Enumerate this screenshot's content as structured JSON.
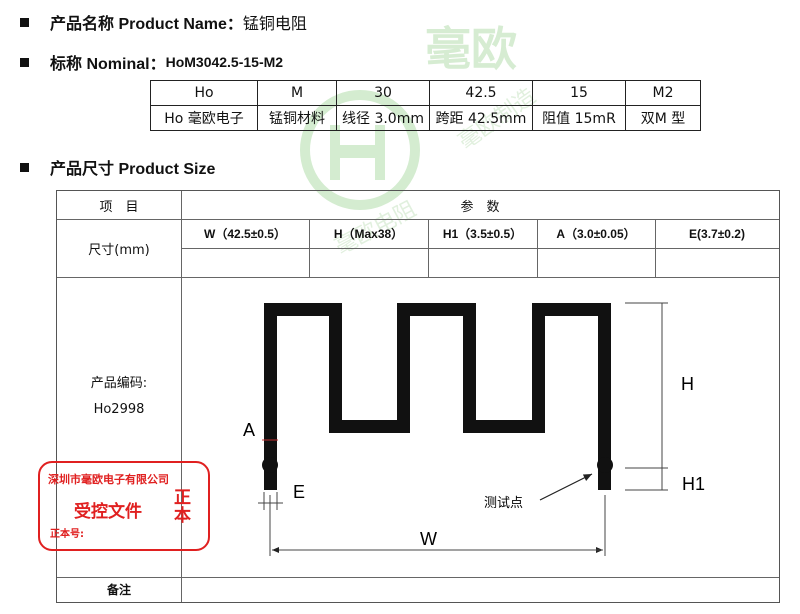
{
  "product_name": {
    "label": "产品名称 Product Name：",
    "value": "锰铜电阻"
  },
  "nominal": {
    "label": "标称 Nominal：",
    "value": "HoM3042.5-15-M2"
  },
  "nominal_table": {
    "row1": [
      "Ho",
      "M",
      "30",
      "42.5",
      "15",
      "M2"
    ],
    "row2": [
      "Ho 毫欧电子",
      "锰铜材料",
      "线径 3.0mm",
      "跨距 42.5mm",
      "阻值 15mR",
      "双M 型"
    ]
  },
  "product_size": {
    "label": "产品尺寸 Product Size"
  },
  "size_table": {
    "item_header": "项　目",
    "param_header": "参　数",
    "size_label": "尺寸(mm)",
    "columns": [
      "W（42.5±0.5）",
      "H（Max38）",
      "H1（3.5±0.5）",
      "A（3.0±0.05）",
      "E(3.7±0.2)"
    ],
    "code_label": "产品编码:",
    "code_value": "Ho2998",
    "remark_label": "备注"
  },
  "drawing": {
    "H": "H",
    "H1": "H1",
    "A": "A",
    "E": "E",
    "W": "W",
    "test_point": "测试点"
  },
  "stamp": {
    "company": "深圳市毫欧电子有限公司",
    "controlled": "受控文件",
    "original": "正本",
    "number_label": "正本号:"
  },
  "watermark": {
    "brand": "毫欧",
    "tagline": "毫欧电阻",
    "tagline2": "毫欧制造"
  },
  "colors": {
    "stamp": "#e02020",
    "watermark": "#cde8c8"
  }
}
